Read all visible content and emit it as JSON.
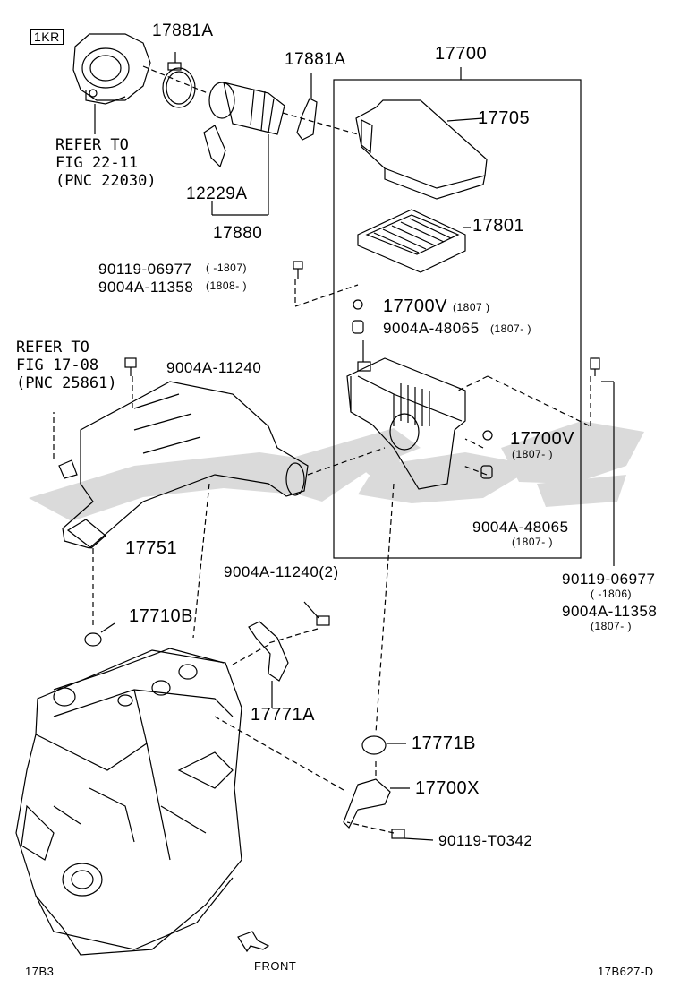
{
  "colors": {
    "line": "#000000",
    "watermark": "#d4d4d4",
    "background": "#ffffff"
  },
  "header": {
    "model_code": "1KR"
  },
  "refs": {
    "throttle": [
      "REFER TO",
      "FIG 22-11",
      "(PNC 22030)"
    ],
    "manifold": [
      "REFER TO",
      "FIG 17-08",
      "(PNC 25861)"
    ]
  },
  "parts": {
    "p17881a_left": "17881A",
    "p17881a_right": "17881A",
    "p17700": "17700",
    "p17705": "17705",
    "p12229a": "12229A",
    "p17880": "17880",
    "p17801": "17801",
    "p90119_06977_a": "90119-06977",
    "p90119_06977_a_date": "(   -1807)",
    "p9004a_11358_a": "9004A-11358",
    "p9004a_11358_a_date": "(1808-    )",
    "p17700v_a": "17700V",
    "p17700v_a_date": "(1807      )",
    "p9004a_48065_a": "9004A-48065",
    "p9004a_48065_a_date": "(1807-    )",
    "p9004a_11240": "9004A-11240",
    "p17700v_b": "17700V",
    "p17700v_b_date": "(1807-     )",
    "p9004a_48065_b": "9004A-48065",
    "p9004a_48065_b_date": "(1807-     )",
    "p17751": "17751",
    "p9004a_11240_2": "9004A-11240(2)",
    "p90119_06977_b": "90119-06977",
    "p90119_06977_b_date": "(      -1806)",
    "p9004a_11358_b": "9004A-11358",
    "p9004a_11358_b_date": "(1807-     )",
    "p17710b": "17710B",
    "p17771a": "17771A",
    "p17771b": "17771B",
    "p17700x": "17700X",
    "p90119_t0342": "90119-T0342"
  },
  "footer": {
    "front": "FRONT",
    "page_left": "17B3",
    "page_right": "17B627-D"
  }
}
